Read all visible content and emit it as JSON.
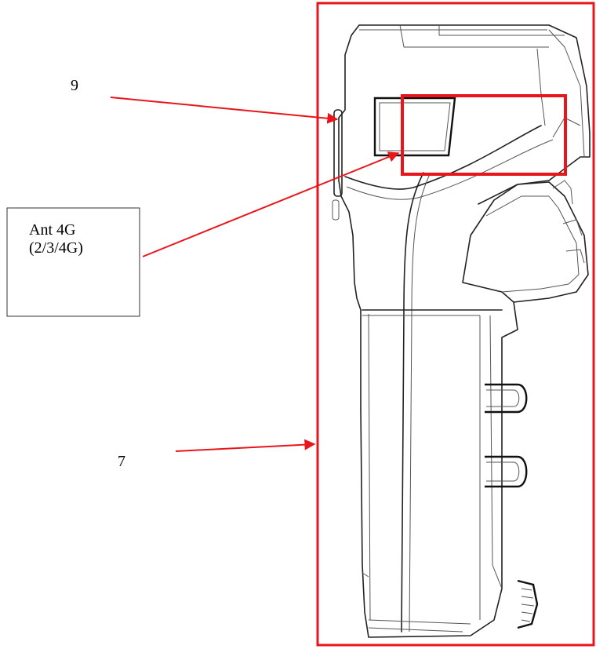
{
  "callouts": {
    "label_9": "9",
    "label_7": "7",
    "box_line_1": "Ant 4G",
    "box_line_2": "(2/3/4G)"
  },
  "colors": {
    "highlight": "#e8151b",
    "line_art": "#222222",
    "text": "#000000"
  }
}
